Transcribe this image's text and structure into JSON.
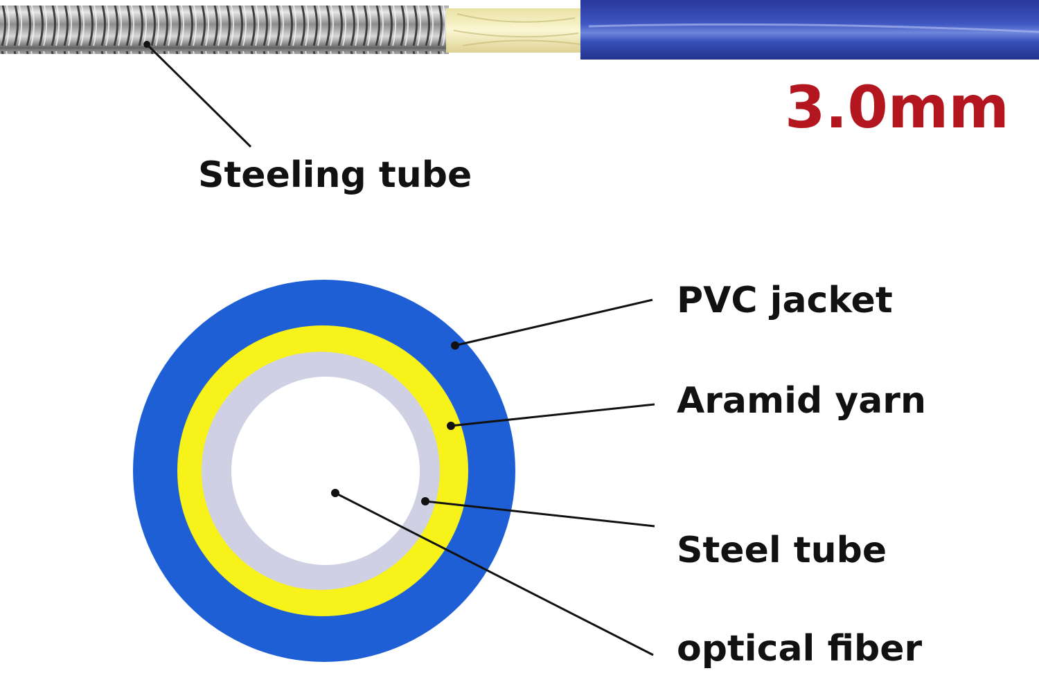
{
  "cable": {
    "diameter_label": "3.0mm",
    "top_label": "Steeling tube"
  },
  "cross_section": {
    "labels": {
      "pvc_jacket": "PVC jacket",
      "aramid_yarn": "Aramid yarn",
      "steel_tube": "Steel tube",
      "optical_fiber": "optical fiber"
    }
  },
  "colors": {
    "pvc_jacket": "#1f5fd6",
    "aramid_yarn": "#f7f21a",
    "steel_tube": "#cfd0e4",
    "core": "#ffffff",
    "sheath_side": "#2c46a8",
    "yarn_side": "#f3eeb9",
    "size_text": "#b3161f",
    "steel_metal": "#a9a9a9"
  }
}
